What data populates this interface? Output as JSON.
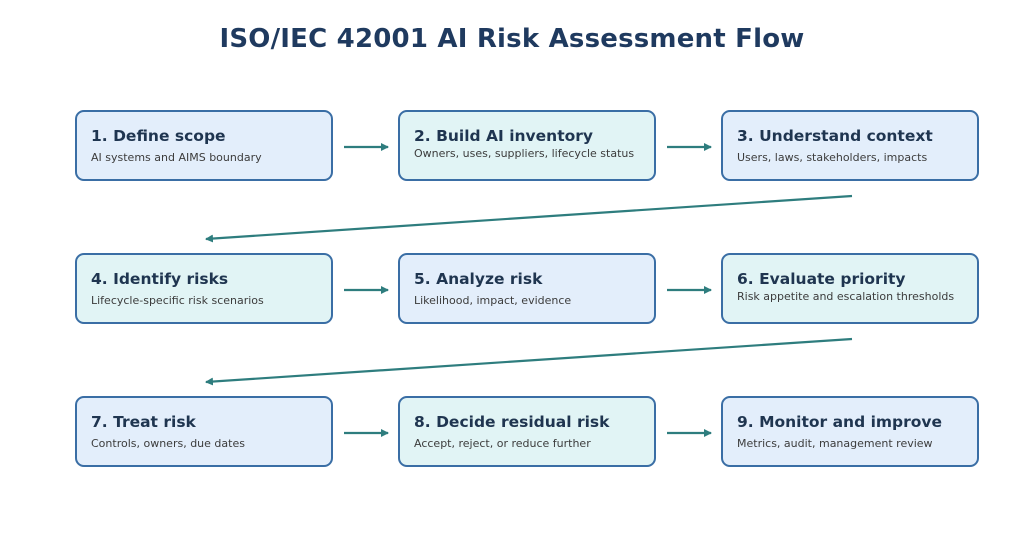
{
  "title": "ISO/IEC 42001 AI Risk Assessment Flow",
  "colors": {
    "title": "#1f3a5f",
    "box_border": "#3a6ea5",
    "box_blue": "#e3eefb",
    "box_teal": "#e1f4f5",
    "arrow": "#2e7d7e"
  },
  "steps": [
    {
      "title": "1. Define scope",
      "desc": "AI systems and AIMS boundary"
    },
    {
      "title": "2. Build AI inventory",
      "desc": "Owners, uses, suppliers, lifecycle status"
    },
    {
      "title": "3. Understand context",
      "desc": "Users, laws, stakeholders, impacts"
    },
    {
      "title": "4. Identify risks",
      "desc": "Lifecycle-specific risk scenarios"
    },
    {
      "title": "5. Analyze risk",
      "desc": "Likelihood, impact, evidence"
    },
    {
      "title": "6. Evaluate priority",
      "desc": "Risk appetite and escalation thresholds"
    },
    {
      "title": "7. Treat risk",
      "desc": "Controls, owners, due dates"
    },
    {
      "title": "8. Decide residual risk",
      "desc": "Accept, reject, or reduce further"
    },
    {
      "title": "9. Monitor and improve",
      "desc": "Metrics, audit, management review"
    }
  ]
}
